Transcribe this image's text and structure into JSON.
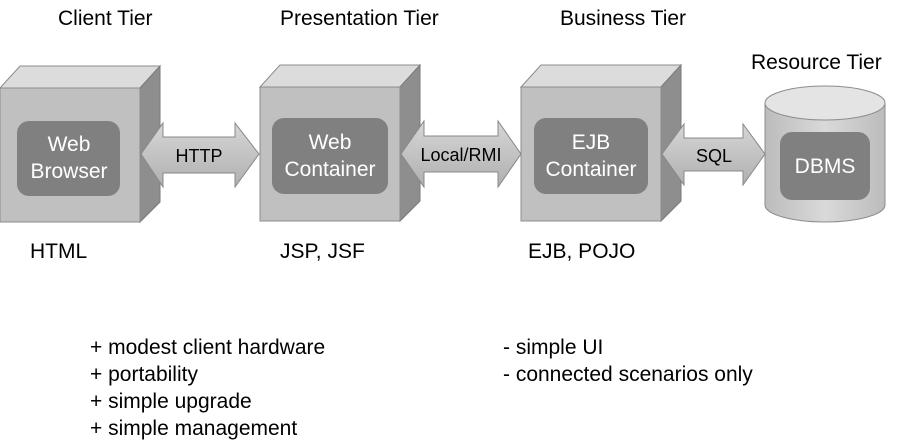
{
  "tiers": {
    "client": "Client Tier",
    "presentation": "Presentation Tier",
    "business": "Business Tier",
    "resource": "Resource Tier"
  },
  "components": {
    "web_browser": [
      "Web",
      "Browser"
    ],
    "web_container": [
      "Web",
      "Container"
    ],
    "ejb_container": [
      "EJB",
      "Container"
    ],
    "dbms": "DBMS"
  },
  "protocols": {
    "http": "HTTP",
    "local_rmi": "Local/RMI",
    "sql": "SQL"
  },
  "technologies": {
    "client": "HTML",
    "presentation": "JSP, JSF",
    "business": "EJB, POJO"
  },
  "pros": [
    "+ modest client hardware",
    "+ portability",
    "+ simple upgrade",
    "+ simple management"
  ],
  "cons": [
    "- simple UI",
    "- connected scenarios only"
  ]
}
